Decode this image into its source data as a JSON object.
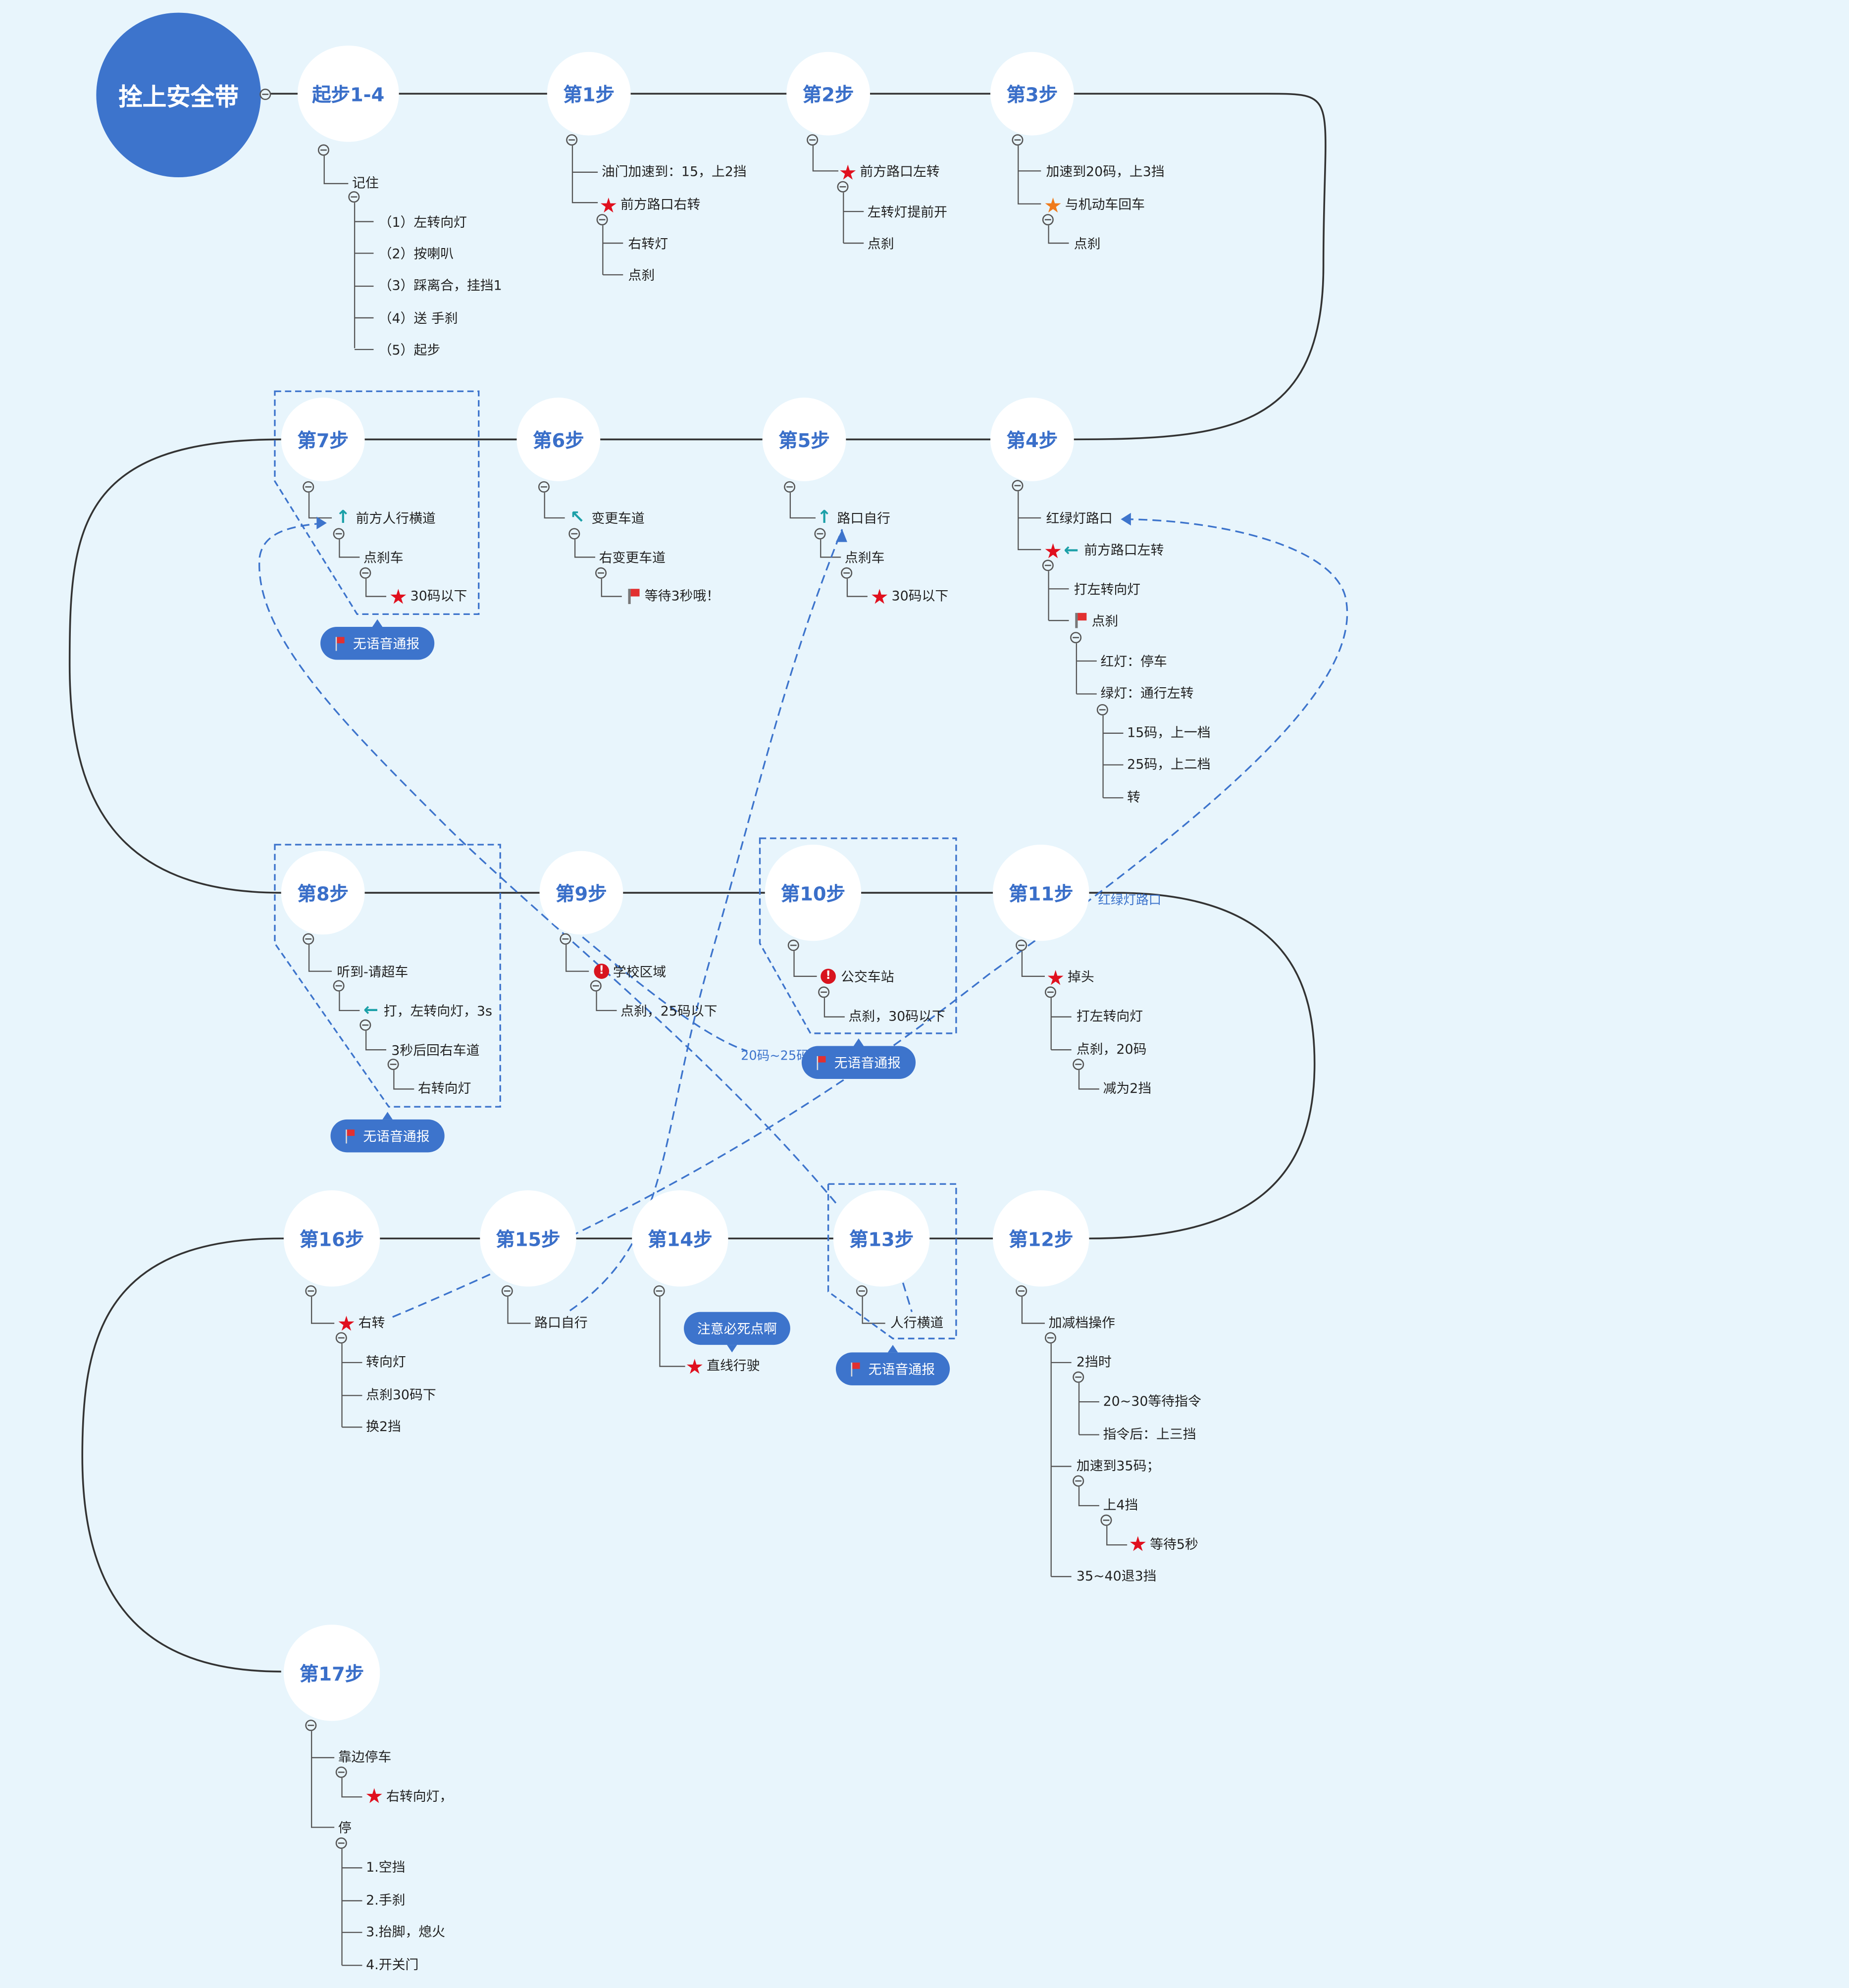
{
  "root": {
    "label": "拴上安全带"
  },
  "steps": {
    "start": "起步1-4",
    "s1": "第1步",
    "s2": "第2步",
    "s3": "第3步",
    "s4": "第4步",
    "s5": "第5步",
    "s6": "第6步",
    "s7": "第7步",
    "s8": "第8步",
    "s9": "第9步",
    "s10": "第10步",
    "s11": "第11步",
    "s12": "第12步",
    "s13": "第13步",
    "s14": "第14步",
    "s15": "第15步",
    "s16": "第16步",
    "s17": "第17步"
  },
  "start": {
    "remember": "记住",
    "items": [
      "（1）左转向灯",
      "（2）按喇叭",
      "（3）踩离合，挂挡1",
      "（4）送 手刹",
      "（5）起步"
    ]
  },
  "s1": {
    "a": "油门加速到：15，上2挡",
    "b": "前方路口右转",
    "b1": "右转灯",
    "b2": "点刹"
  },
  "s2": {
    "a": "前方路口左转",
    "a1": "左转灯提前开",
    "a2": "点刹"
  },
  "s3": {
    "a": "加速到20码，上3挡",
    "b": "与机动车回车",
    "b1": "点刹"
  },
  "s4": {
    "a": "红绿灯路口",
    "b": "前方路口左转",
    "b1": "打左转向灯",
    "b2": "点刹",
    "red": "红灯：停车",
    "green": "绿灯：通行左转",
    "g1": "15码，上一档",
    "g2": "25码，上二档",
    "g3": "转"
  },
  "s5": {
    "a": "路口自行",
    "b": "点刹车",
    "c": "30码以下"
  },
  "s6": {
    "a": "变更车道",
    "b": "右变更车道",
    "c": "等待3秒哦！"
  },
  "s7": {
    "a": "前方人行横道",
    "b": "点刹车",
    "c": "30码以下"
  },
  "s8": {
    "a": "听到-请超车",
    "b": "打，左转向灯，3s",
    "c": "3秒后回右车道",
    "d": "右转向灯"
  },
  "s9": {
    "a": "学校区域",
    "b": "点刹，25码以下"
  },
  "s10": {
    "a": "公交车站",
    "b": "点刹，30码以下"
  },
  "s11": {
    "a": "掉头",
    "b": "打左转向灯",
    "c": "点刹，20码",
    "d": "减为2挡"
  },
  "s12": {
    "a": "加减档操作",
    "b": "2挡时",
    "b1": "20~30等待指令",
    "b2": "指令后：上三挡",
    "c": "加速到35码；",
    "c1": "上4挡",
    "c2": "等待5秒",
    "d": "35~40退3挡"
  },
  "s13": {
    "a": "人行横道"
  },
  "s14": {
    "a": "直线行驶",
    "note": "注意必死点啊"
  },
  "s15": {
    "a": "路口自行"
  },
  "s16": {
    "a": "右转",
    "b": "转向灯",
    "c": "点刹30码下",
    "d": "换2挡"
  },
  "s17": {
    "a": "靠边停车",
    "a1": "右转向灯，",
    "b": "停",
    "items": [
      "1.空挡",
      "2.手刹",
      "3.抬脚，熄火",
      "4.开关门"
    ]
  },
  "callouts": {
    "voice": "无语音通报"
  },
  "relations": {
    "r1": "红绿灯路口",
    "r2": "20码~25码"
  },
  "colors": {
    "background": "#e8f5fc",
    "accent": "#3d74cc",
    "star": "#e0101e",
    "line": "#333333"
  }
}
